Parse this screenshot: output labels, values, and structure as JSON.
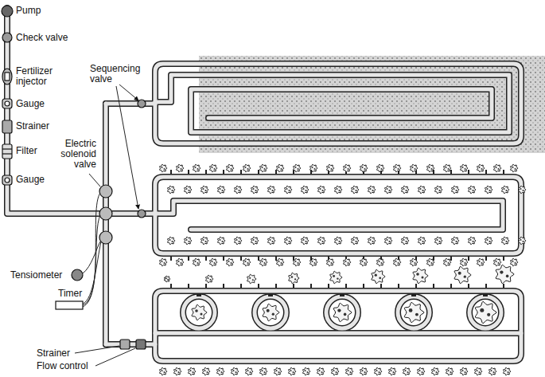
{
  "diagram": {
    "labels": [
      "Pump",
      "Check valve",
      "Fertilizer injector",
      "Gauge",
      "Strainer",
      "Filter",
      "Gauge",
      "Sequencing valve",
      "Electric solenoid valve",
      "Tensiometer",
      "Timer",
      "Strainer",
      "Flow control"
    ]
  }
}
